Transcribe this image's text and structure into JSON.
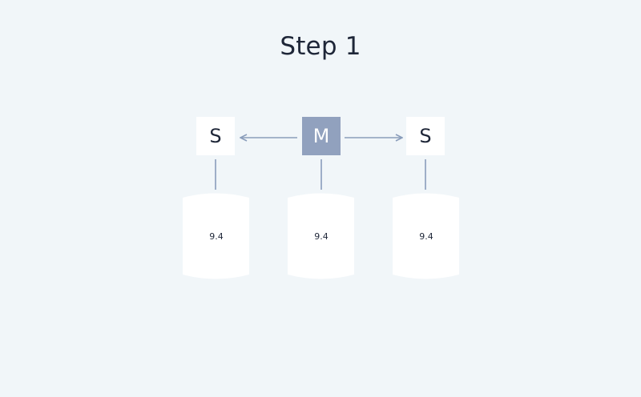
{
  "diagram": {
    "title": "Step 1",
    "nodes": {
      "left_slave": {
        "label": "S"
      },
      "master": {
        "label": "M"
      },
      "right_slave": {
        "label": "S"
      }
    },
    "databases": {
      "left": {
        "version": "9.4"
      },
      "middle": {
        "version": "9.4"
      },
      "right": {
        "version": "9.4"
      }
    },
    "colors": {
      "background": "#f1f6f9",
      "master_fill": "#91a1be",
      "slave_fill": "#ffffff",
      "connector": "#8a9dbb",
      "text": "#1e2638"
    }
  }
}
